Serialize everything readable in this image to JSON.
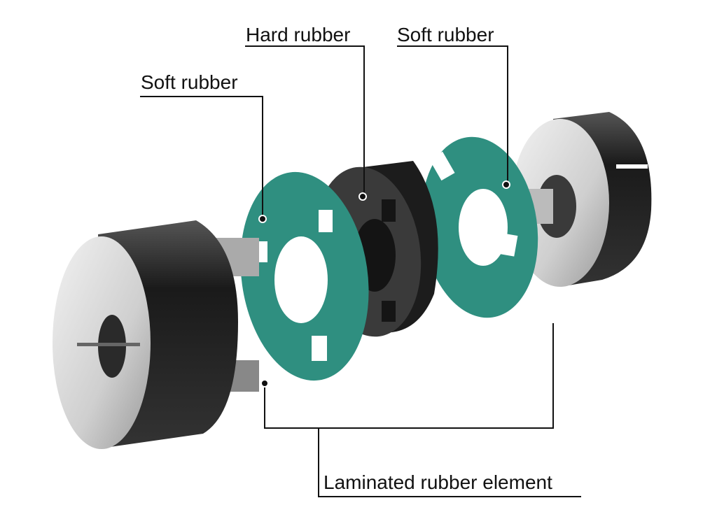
{
  "title": "Laminated rubber element coupling exploded view",
  "labels": {
    "hard_rubber": "Hard rubber",
    "soft_rubber_right": "Soft rubber",
    "soft_rubber_left": "Soft rubber",
    "laminated": "Laminated rubber element"
  },
  "colors": {
    "soft_rubber": "#2f8f80",
    "hard_rubber": "#2a2a2a",
    "metal_light": "#d9d9d9",
    "metal_dark": "#1e1e1e",
    "leader": "#111111"
  }
}
